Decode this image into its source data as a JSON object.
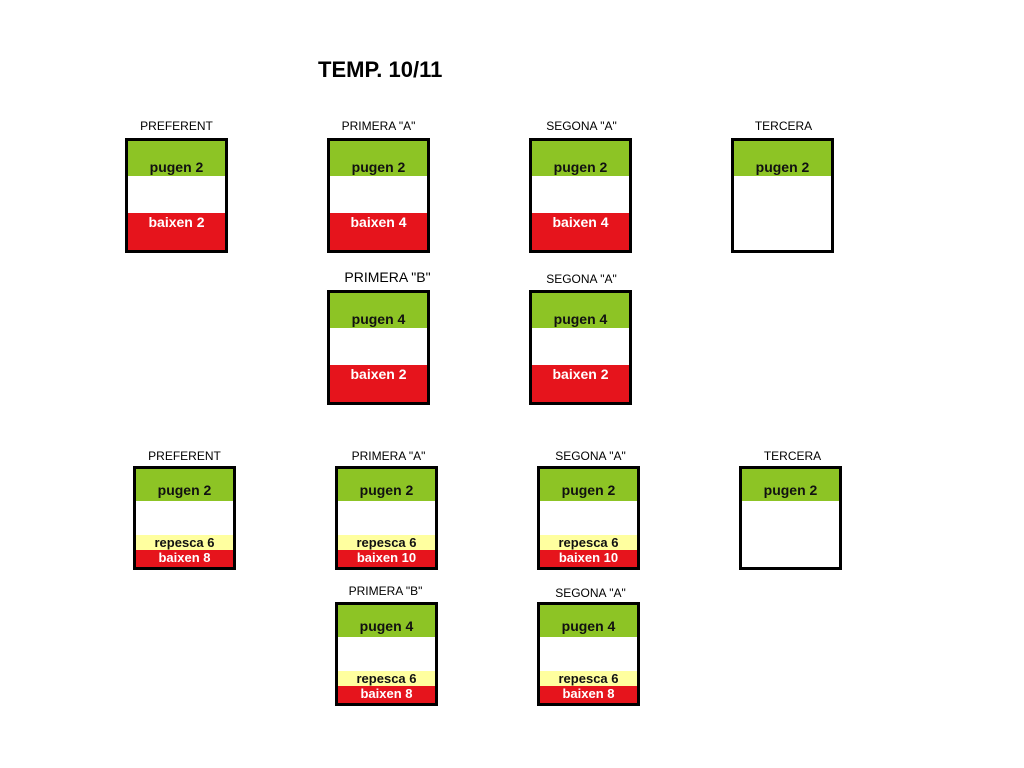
{
  "title": "TEMP. 10/11",
  "colors": {
    "promote": "#8dc425",
    "relegate": "#e6141c",
    "playoff": "#ffff9f",
    "border": "#000000"
  },
  "scheme_top": {
    "preferent": {
      "label": "PREFERENT",
      "promote": "pugen 2",
      "relegate": "baixen 2"
    },
    "primera_a": {
      "label": "PRIMERA \"A\"",
      "promote": "pugen 2",
      "relegate": "baixen 4"
    },
    "segona_a": {
      "label": "SEGONA \"A\"",
      "promote": "pugen 2",
      "relegate": "baixen 4"
    },
    "tercera": {
      "label": "TERCERA",
      "promote": "pugen 2"
    },
    "primera_b": {
      "label": "PRIMERA \"B\"",
      "promote": "pugen 4",
      "relegate": "baixen 2"
    },
    "segona_a_group_2": {
      "label": "SEGONA \"A\"",
      "promote": "pugen 4",
      "relegate": "baixen 2"
    }
  },
  "scheme_bottom": {
    "preferent": {
      "label": "PREFERENT",
      "promote": "pugen 2",
      "playoff": "repesca 6",
      "relegate": "baixen 8"
    },
    "primera_a": {
      "label": "PRIMERA \"A\"",
      "promote": "pugen 2",
      "playoff": "repesca 6",
      "relegate": "baixen 10"
    },
    "segona_a": {
      "label": "SEGONA \"A\"",
      "promote": "pugen 2",
      "playoff": "repesca 6",
      "relegate": "baixen 10"
    },
    "tercera": {
      "label": "TERCERA",
      "promote": "pugen 2"
    },
    "primera_b": {
      "label": "PRIMERA \"B\"",
      "promote": "pugen 4",
      "playoff": "repesca 6",
      "relegate": "baixen 8"
    },
    "segona_a_group_2": {
      "label": "SEGONA \"A\"",
      "promote": "pugen 4",
      "playoff": "repesca 6",
      "relegate": "baixen 8"
    }
  }
}
